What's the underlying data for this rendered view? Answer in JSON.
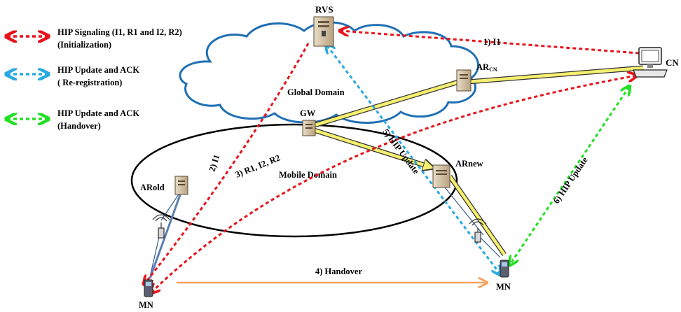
{
  "legend": [
    {
      "label_line1": "HIP Signaling (I1, R1 and I2, R2)",
      "label_line2": "(Initialization)",
      "color": "#e8141b"
    },
    {
      "label_line1": "HIP Update and ACK",
      "label_line2": "( Re-registration)",
      "color": "#2aa9e0"
    },
    {
      "label_line1": "HIP Update and ACK",
      "label_line2": "(Handover)",
      "color": "#22e022"
    }
  ],
  "nodes": {
    "rvs": "RVS",
    "cn": "CN",
    "ar_cn_main": "AR",
    "ar_cn_sub": "CN",
    "gw": "GW",
    "arold": "ARold",
    "arnew": "ARnew",
    "mn_old": "MN",
    "mn_new": "MN"
  },
  "domains": {
    "global": "Global Domain",
    "mobile": "Mobile Domain"
  },
  "steps": {
    "step1": "1) I1",
    "step2": "2) I1",
    "step3": "3) R1, I2, R2",
    "step4": "4) Handover",
    "step5": "5) HIP Update",
    "step6": "6) HIP Update"
  },
  "colors": {
    "signaling": "#e8141b",
    "reregistration": "#2aa9e0",
    "handover": "#22e022",
    "handover_move": "#f4a460",
    "data_path": "#f5f06e",
    "cloud_stroke": "#1f6fb4"
  }
}
